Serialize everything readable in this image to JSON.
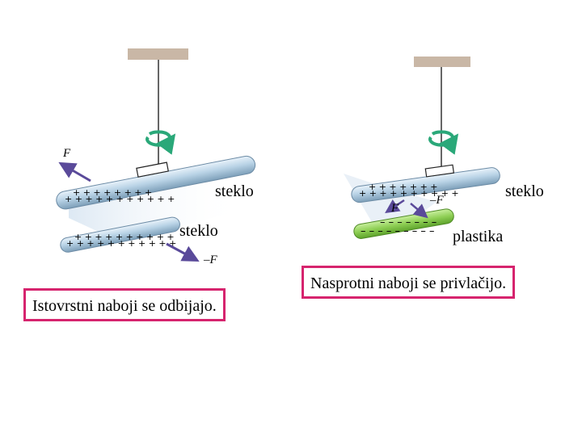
{
  "left_panel": {
    "top_rod_label": "steklo",
    "bottom_rod_label": "steklo",
    "caption": "Istovrstni naboji se odbijajo.",
    "force_up": "F",
    "force_down": "–F"
  },
  "right_panel": {
    "top_rod_label": "steklo",
    "bottom_rod_label": "plastika",
    "caption": "Nasprotni naboji se privlačijo.",
    "force_left": "F",
    "force_right": "–F"
  },
  "colors": {
    "accent_frame": "#d6246e",
    "glass_rod": "#b9d3e6",
    "plastic_rod": "#8fcf55",
    "support": "#c9b7a6",
    "rotation_arrow": "#2aa879",
    "force_vector": "#5a4a9a"
  },
  "icons": [
    "rotation-arrow-icon",
    "force-vector-icon"
  ]
}
